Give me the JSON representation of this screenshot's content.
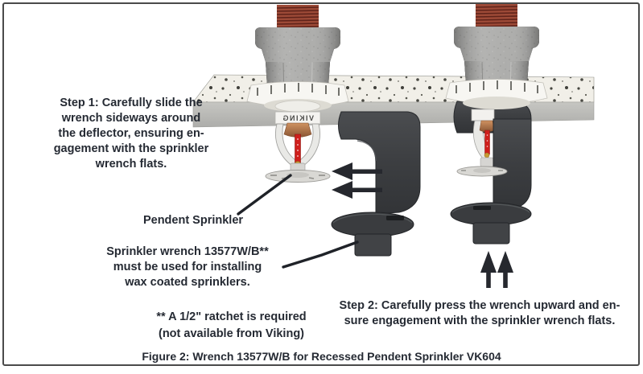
{
  "figure": {
    "caption": "Figure 2:  Wrench 13577W/B for Recessed Pendent Sprinkler VK604"
  },
  "labels": {
    "step1": {
      "lines": [
        "Step 1: Carefully slide the",
        "wrench sideways around",
        "the deflector, ensuring en-",
        "gagement with the sprinkler",
        "wrench flats."
      ]
    },
    "pendent": "Pendent Sprinkler",
    "wrench_note": {
      "lines": [
        "Sprinkler wrench 13577W/B**",
        "must be used for installing",
        "wax coated sprinklers."
      ]
    },
    "ratchet_note": {
      "lines": [
        "** A 1/2\" ratchet is required",
        "(not available from Viking)"
      ]
    },
    "step2": {
      "lines": [
        "Step 2: Carefully press the wrench upward and en-",
        "sure engagement with the sprinkler wrench flats."
      ]
    }
  },
  "diagram": {
    "brand_text": "VIKING",
    "colors": {
      "text": "#252a33",
      "wrench_body": "#3c3e41",
      "pipe_threads": "#9d4a37",
      "glass_bulb": "#cf1f1c",
      "copper_cap": "#b97c50",
      "fitting_metal": "#a9a9a7",
      "escutcheon": "#f6f5f1"
    }
  }
}
